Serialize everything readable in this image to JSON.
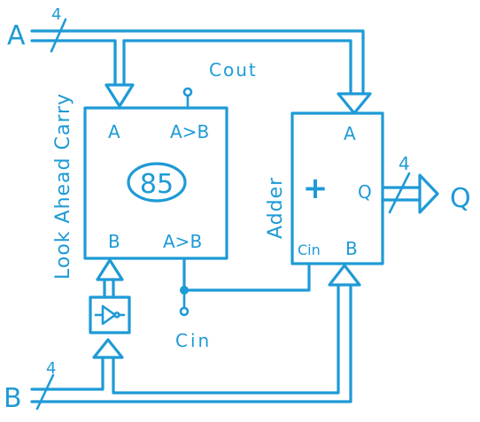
{
  "diagram": {
    "ink_color": "#1e9ad6",
    "inputs": {
      "a": {
        "label": "A",
        "width": "4"
      },
      "b": {
        "label": "B",
        "width": "4"
      }
    },
    "output": {
      "label": "Q",
      "width": "4"
    },
    "lookahead_block": {
      "side_label": "Look Ahead Carry",
      "chip_id": "85",
      "pin_a": "A",
      "pin_b": "B",
      "pin_a_gt_b_top": "A>B",
      "pin_a_gt_b_bottom": "A>B",
      "cout_label": "Cout",
      "cin_label": "Cin"
    },
    "adder_block": {
      "side_label": "Adder",
      "operator": "+",
      "pin_a": "A",
      "pin_b": "B",
      "pin_q": "Q",
      "pin_cin": "Cin"
    },
    "inverter_icon": "not-gate-icon"
  }
}
